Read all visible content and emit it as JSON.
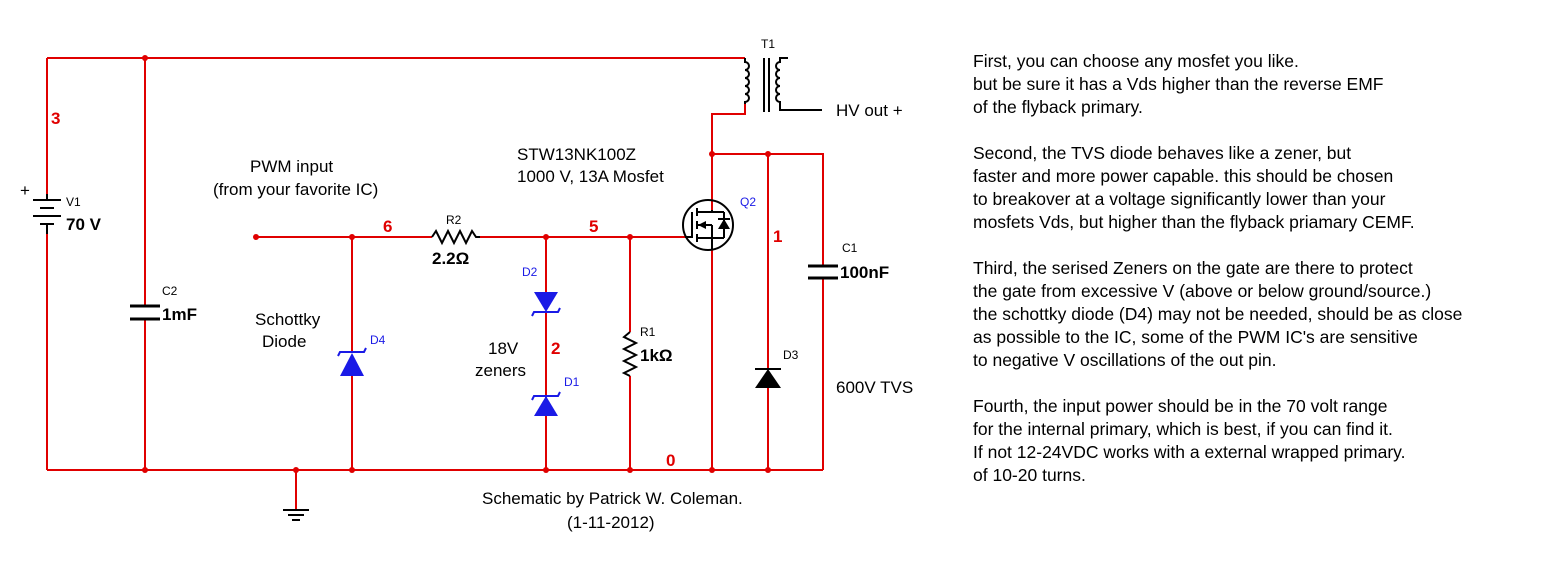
{
  "schematic": {
    "components": {
      "v1": {
        "ref": "V1",
        "value": "70 V",
        "plus": "+"
      },
      "c2": {
        "ref": "C2",
        "value": "1mF"
      },
      "r2": {
        "ref": "R2",
        "value": "2.2Ω"
      },
      "r1": {
        "ref": "R1",
        "value": "1kΩ"
      },
      "c1": {
        "ref": "C1",
        "value": "100nF"
      },
      "d1": {
        "ref": "D1"
      },
      "d2": {
        "ref": "D2"
      },
      "d3": {
        "ref": "D3"
      },
      "d4": {
        "ref": "D4"
      },
      "q2": {
        "ref": "Q2"
      },
      "t1": {
        "ref": "T1"
      }
    },
    "labels": {
      "pwm_line1": "PWM input",
      "pwm_line2": "(from your favorite IC)",
      "mosfet_line1": "STW13NK100Z",
      "mosfet_line2": "1000 V, 13A  Mosfet",
      "hv_out": "HV out +",
      "schottky_line1": "Schottky",
      "schottky_line2": "Diode",
      "zener_line1": "18V",
      "zener_line2": "zeners",
      "tvs": "600V TVS",
      "credit_line1": "Schematic by Patrick W. Coleman.",
      "credit_line2": "(1-11-2012)"
    },
    "nodes": {
      "n3": "3",
      "n6": "6",
      "n5": "5",
      "n2": "2",
      "n1": "1",
      "n0": "0"
    },
    "colors": {
      "wire": "#e00000",
      "component": "#000000",
      "diode": "#1a1ae6",
      "node_label": "#e00000"
    }
  },
  "notes": [
    [
      "First, you can choose any mosfet you like.",
      "but be sure it has a Vds higher than the reverse EMF",
      "of the flyback primary."
    ],
    [
      "Second, the TVS diode behaves like a zener, but",
      "faster and more power capable. this should be chosen",
      "to breakover at a voltage significantly lower than your",
      "mosfets Vds, but higher than the flyback priamary CEMF."
    ],
    [
      "Third, the serised Zeners on the gate are there to protect",
      "the gate from excessive V (above or below ground/source.)",
      "the schottky diode (D4) may not be needed, should be as close",
      "as possible to the IC, some of the PWM IC's are sensitive",
      "to negative V oscillations of the out pin."
    ],
    [
      "Fourth, the input power should be in the 70 volt range",
      "for the internal primary, which is best, if you can find it.",
      "If not 12-24VDC works with a external wrapped primary.",
      "of 10-20 turns."
    ]
  ]
}
